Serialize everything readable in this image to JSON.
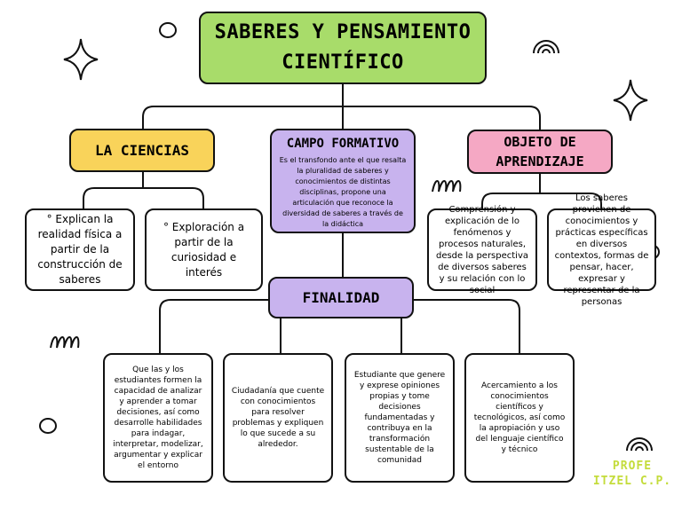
{
  "title": "SABERES Y PENSAMIENTO CIENTÍFICO",
  "ciencias": {
    "label": "LA CIENCIAS",
    "items": [
      "° Explican la realidad física a partir de la construcción de saberes",
      "° Exploración a partir de la curiosidad e interés"
    ]
  },
  "campo": {
    "label": "CAMPO FORMATIVO",
    "text": "Es el transfondo ante el que resalta la pluralidad de saberes y conocimientos de distintas disciplinas, propone una articulación que reconoce la diversidad de saberes a través de la didáctica"
  },
  "objeto": {
    "label": "OBJETO DE APRENDIZAJE",
    "items": [
      "Comprensión y explicación de lo fenómenos y procesos naturales, desde la perspectiva de diversos saberes y su relación con lo social",
      "Los saberes provienen de conocimientos y prácticas específicas en diversos contextos, formas de pensar, hacer, expresar y representar de la personas"
    ]
  },
  "finalidad": {
    "label": "FINALIDAD",
    "items": [
      "Que las y los estudiantes formen la capacidad de analizar y aprender a tomar decisiones, así como desarrolle habilidades para indagar, interpretar, modelizar, argumentar y explicar el entorno",
      "Ciudadanía que cuente con conocimientos para resolver problemas y expliquen lo que sucede a su alrededor.",
      "Estudiante que genere y exprese opiniones propias y tome decisiones fundamentadas y contribuya en la transformación sustentable de la comunidad",
      "Acercamiento a los conocimientos científicos y tecnológicos, así como la apropiación  y uso del lenguaje científico y técnico"
    ]
  },
  "signature": {
    "line1": "PROFE",
    "line2": "ITZEL C.P."
  },
  "colors": {
    "title_bg": "#a8dc6a",
    "ciencias_bg": "#f9d35a",
    "campo_bg": "#c8b3ee",
    "objeto_bg": "#f5a8c4",
    "finalidad_bg": "#c8b3ee",
    "signature": "#c4dc3c"
  }
}
